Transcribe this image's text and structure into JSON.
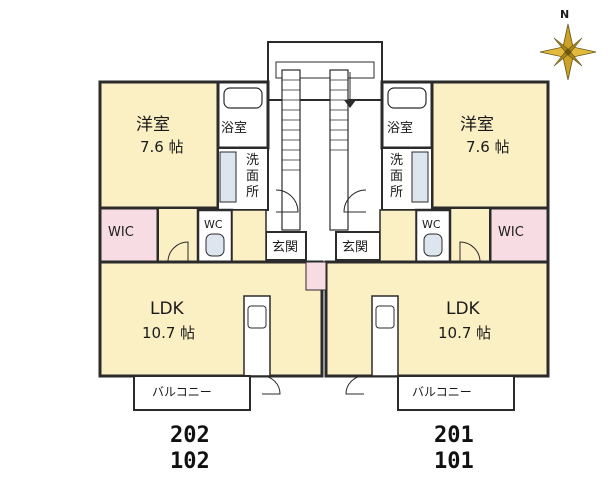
{
  "colors": {
    "wall": "#2b2b2b",
    "room_fill": "#fbefc4",
    "wet_fill": "#ffffff",
    "wic_fill": "#f7dde3",
    "stair_fill": "#ffffff",
    "compass": "#b8941a"
  },
  "compass": {
    "label": "N",
    "icon": "compass-rose-icon"
  },
  "left_unit": {
    "bedroom_name": "洋室",
    "bedroom_size": "7.6 帖",
    "bath": "浴室",
    "washroom_chars": [
      "洗",
      "面",
      "所"
    ],
    "wc": "WC",
    "wic": "WIC",
    "entrance": "玄関",
    "ldk_name": "LDK",
    "ldk_size": "10.7 帖",
    "balcony": "バルコニー",
    "unit_numbers": [
      "202",
      "102"
    ]
  },
  "right_unit": {
    "bedroom_name": "洋室",
    "bedroom_size": "7.6 帖",
    "bath": "浴室",
    "washroom_chars": [
      "洗",
      "面",
      "所"
    ],
    "wc": "WC",
    "wic": "WIC",
    "entrance": "玄関",
    "ldk_name": "LDK",
    "ldk_size": "10.7 帖",
    "balcony": "バルコニー",
    "unit_numbers": [
      "201",
      "101"
    ]
  }
}
